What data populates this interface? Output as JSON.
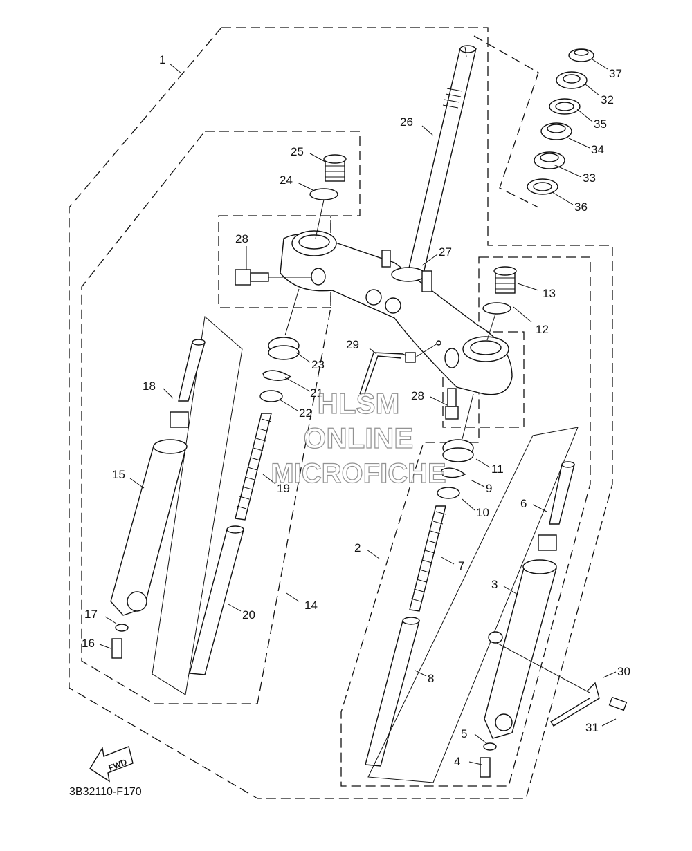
{
  "diagram": {
    "code": "3B32110-F170",
    "fwd_label": "FWD",
    "watermark": [
      "HLSM",
      "ONLINE",
      "MICROFICHE"
    ],
    "callouts": [
      {
        "id": "1",
        "label": "1"
      },
      {
        "id": "2",
        "label": "2"
      },
      {
        "id": "3",
        "label": "3"
      },
      {
        "id": "4",
        "label": "4"
      },
      {
        "id": "5",
        "label": "5"
      },
      {
        "id": "6",
        "label": "6"
      },
      {
        "id": "7",
        "label": "7"
      },
      {
        "id": "8",
        "label": "8"
      },
      {
        "id": "9",
        "label": "9"
      },
      {
        "id": "10",
        "label": "10"
      },
      {
        "id": "11",
        "label": "11"
      },
      {
        "id": "12",
        "label": "12"
      },
      {
        "id": "13",
        "label": "13"
      },
      {
        "id": "14",
        "label": "14"
      },
      {
        "id": "15",
        "label": "15"
      },
      {
        "id": "16",
        "label": "16"
      },
      {
        "id": "17",
        "label": "17"
      },
      {
        "id": "18",
        "label": "18"
      },
      {
        "id": "19",
        "label": "19"
      },
      {
        "id": "20",
        "label": "20"
      },
      {
        "id": "21",
        "label": "21"
      },
      {
        "id": "22",
        "label": "22"
      },
      {
        "id": "23",
        "label": "23"
      },
      {
        "id": "24",
        "label": "24"
      },
      {
        "id": "25",
        "label": "25"
      },
      {
        "id": "26",
        "label": "26"
      },
      {
        "id": "27",
        "label": "27"
      },
      {
        "id": "28a",
        "label": "28"
      },
      {
        "id": "28b",
        "label": "28"
      },
      {
        "id": "29",
        "label": "29"
      },
      {
        "id": "30",
        "label": "30"
      },
      {
        "id": "31",
        "label": "31"
      },
      {
        "id": "32",
        "label": "32"
      },
      {
        "id": "33",
        "label": "33"
      },
      {
        "id": "34",
        "label": "34"
      },
      {
        "id": "35",
        "label": "35"
      },
      {
        "id": "36",
        "label": "36"
      },
      {
        "id": "37",
        "label": "37"
      }
    ]
  }
}
